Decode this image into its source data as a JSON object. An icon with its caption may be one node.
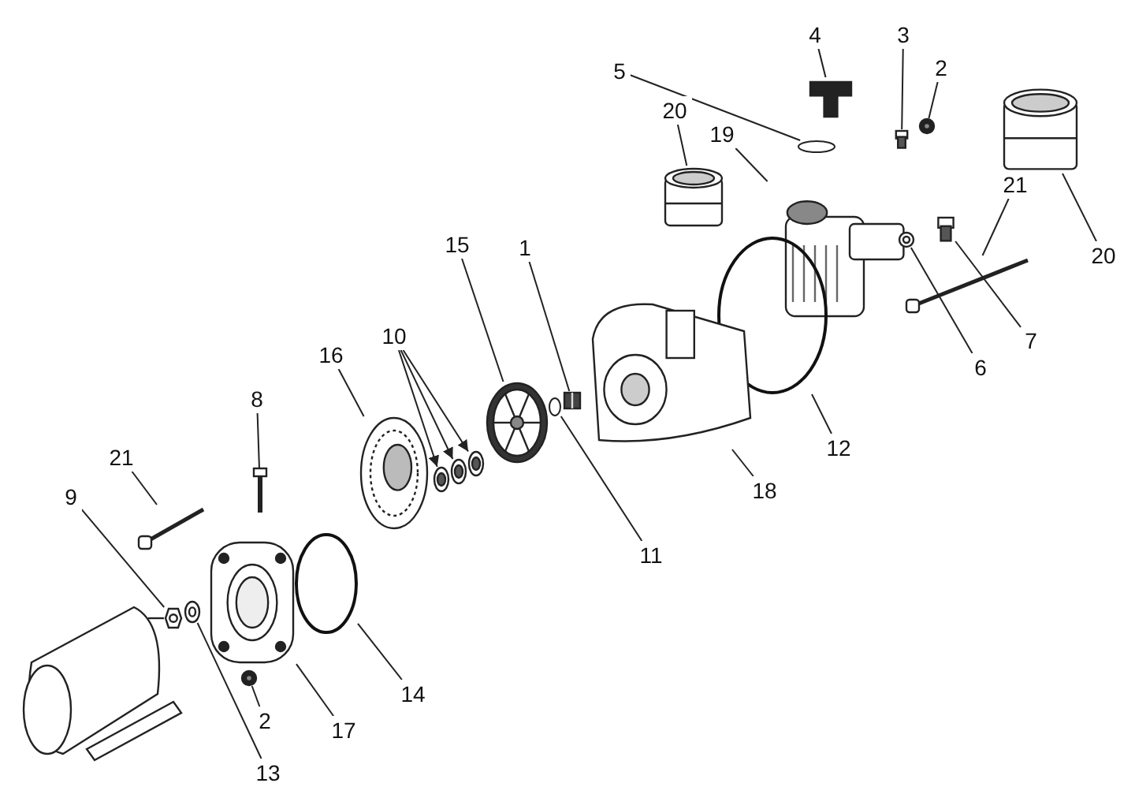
{
  "diagram": {
    "nodes": [
      {
        "text": [
          "4"
        ]
      },
      {
        "text": [
          "3"
        ]
      },
      {
        "text": [
          "2"
        ]
      },
      {
        "text": [
          "5"
        ]
      },
      {
        "text": [
          "20"
        ]
      },
      {
        "text": [
          "19"
        ]
      },
      {
        "text": [
          "21"
        ]
      },
      {
        "text": [
          "1"
        ]
      },
      {
        "text": [
          "15"
        ]
      },
      {
        "text": [
          "20"
        ]
      },
      {
        "text": [
          "10"
        ]
      },
      {
        "text": [
          "7"
        ]
      },
      {
        "text": [
          "16"
        ]
      },
      {
        "text": [
          "6"
        ]
      },
      {
        "text": [
          "8"
        ]
      },
      {
        "text": [
          "12"
        ]
      },
      {
        "text": [
          "21"
        ]
      },
      {
        "text": [
          "18"
        ]
      },
      {
        "text": [
          "9"
        ]
      },
      {
        "text": [
          "11"
        ]
      },
      {
        "text": [
          "14"
        ]
      },
      {
        "text": [
          "2"
        ]
      },
      {
        "text": [
          "17"
        ]
      },
      {
        "text": [
          "13"
        ]
      },
      {
        "text": [],
        "shape": "picture"
      },
      {
        "text": [],
        "shape": "picture"
      },
      {
        "text": [],
        "shape": "picture"
      },
      {
        "text": [],
        "shape": "circle"
      },
      {
        "text": [],
        "shape": "picture"
      },
      {
        "text": [],
        "shape": "picture"
      },
      {
        "text": [],
        "shape": "picture"
      },
      {
        "text": [],
        "shape": "picture"
      },
      {
        "text": [],
        "shape": "picture"
      },
      {
        "text": [],
        "shape": "picture"
      },
      {
        "text": [],
        "shape": "picture"
      },
      {
        "text": [],
        "shape": "picture"
      },
      {
        "text": [],
        "shape": "picture"
      },
      {
        "text": [],
        "shape": "picture"
      },
      {
        "text": [],
        "shape": "picture"
      },
      {
        "text": [],
        "shape": "picture"
      },
      {
        "text": [],
        "shape": "picture"
      },
      {
        "text": [],
        "shape": "picture"
      },
      {
        "text": [],
        "shape": "picture"
      },
      {
        "text": [],
        "shape": "picture"
      },
      {
        "text": [],
        "shape": "picture"
      },
      {
        "text": [],
        "shape": "circle"
      },
      {
        "text": [],
        "shape": "circle"
      },
      {
        "text": [],
        "shape": "picture"
      },
      {
        "text": [],
        "shape": "picture"
      },
      {
        "text": [],
        "shape": "picture"
      }
    ],
    "edges": [
      {
        "from": 0,
        "to": 24,
        "arrow": "none"
      },
      {
        "from": 1,
        "to": 25,
        "arrow": "none"
      },
      {
        "from": 2,
        "to": 26,
        "arrow": "none"
      },
      {
        "from": 3,
        "to": 27,
        "arrow": "none"
      },
      {
        "from": 4,
        "to": 28,
        "arrow": "none"
      },
      {
        "from": 5,
        "to": 29,
        "arrow": "none"
      },
      {
        "from": 6,
        "to": 30,
        "arrow": "none"
      },
      {
        "from": 7,
        "to": 31,
        "arrow": "none"
      },
      {
        "from": 8,
        "to": 32,
        "arrow": "none"
      },
      {
        "from": 9,
        "to": 33,
        "arrow": "none"
      },
      {
        "from": 10,
        "to": 34,
        "arrow": "to"
      },
      {
        "from": 10,
        "to": 35,
        "arrow": "to"
      },
      {
        "from": 10,
        "to": 36,
        "arrow": "to"
      },
      {
        "from": 11,
        "to": 37,
        "arrow": "none"
      },
      {
        "from": 12,
        "to": 38,
        "arrow": "none"
      },
      {
        "from": 13,
        "to": 39,
        "arrow": "none"
      },
      {
        "from": 14,
        "to": 40,
        "arrow": "none"
      },
      {
        "from": 15,
        "to": 41,
        "arrow": "none"
      },
      {
        "from": 16,
        "to": 42,
        "arrow": "none"
      },
      {
        "from": 17,
        "to": 43,
        "arrow": "none"
      },
      {
        "from": 18,
        "to": 44,
        "arrow": "none"
      },
      {
        "from": 19,
        "to": 45,
        "arrow": "none"
      },
      {
        "from": 20,
        "to": 46,
        "arrow": "none"
      },
      {
        "from": 21,
        "to": 47,
        "arrow": "none"
      },
      {
        "from": 22,
        "to": 48,
        "arrow": "none"
      },
      {
        "from": 23,
        "to": 49,
        "arrow": "none"
      }
    ]
  }
}
